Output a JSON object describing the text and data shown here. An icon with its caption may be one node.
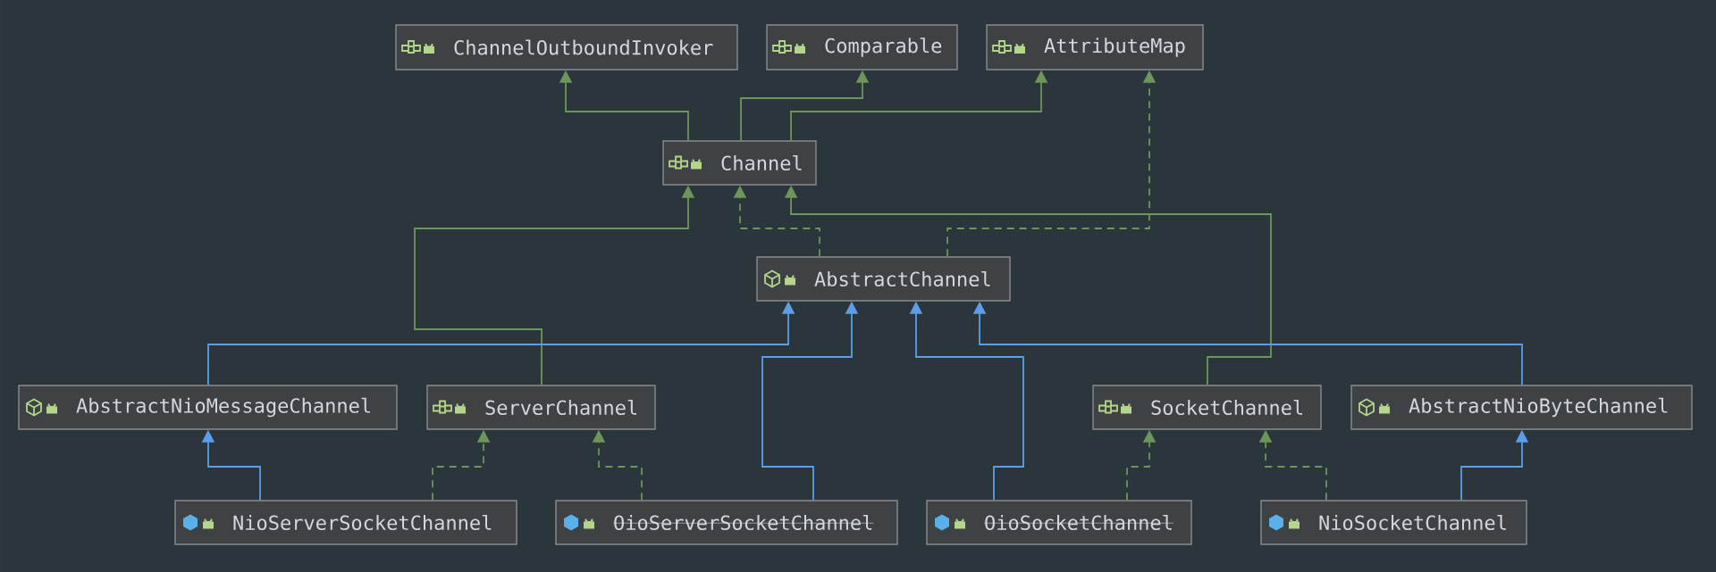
{
  "diagram": {
    "nodes": [
      {
        "text": [
          "ChannelOutboundInvoker"
        ]
      },
      {
        "text": [
          "Comparable"
        ]
      },
      {
        "text": [
          "AttributeMap"
        ]
      },
      {
        "text": [
          "Channel"
        ]
      },
      {
        "text": [
          "AbstractChannel"
        ]
      },
      {
        "text": [
          "AbstractNioMessageChannel"
        ]
      },
      {
        "text": [
          "ServerChannel"
        ]
      },
      {
        "text": [
          "SocketChannel"
        ]
      },
      {
        "text": [
          "AbstractNioByteChannel"
        ]
      },
      {
        "text": [
          "NioServerSocketChannel"
        ]
      },
      {
        "text": [
          "OioServerSocketChannel"
        ]
      },
      {
        "text": [
          "OioSocketChannel"
        ]
      },
      {
        "text": [
          "NioSocketChannel"
        ]
      }
    ],
    "edges": [
      {
        "from": 3,
        "to": 0,
        "arrow": "to"
      },
      {
        "from": 3,
        "to": 1,
        "arrow": "to"
      },
      {
        "from": 3,
        "to": 2,
        "arrow": "to"
      },
      {
        "from": 4,
        "to": 3,
        "arrow": "to",
        "style": "dashed"
      },
      {
        "from": 4,
        "to": 2,
        "arrow": "to",
        "style": "dashed"
      },
      {
        "from": 6,
        "to": 3,
        "arrow": "to"
      },
      {
        "from": 7,
        "to": 3,
        "arrow": "to"
      },
      {
        "from": 5,
        "to": 4,
        "arrow": "to",
        "color": "#5c9ee8"
      },
      {
        "from": 10,
        "to": 4,
        "arrow": "to",
        "color": "#5c9ee8"
      },
      {
        "from": 11,
        "to": 4,
        "arrow": "to",
        "color": "#5c9ee8"
      },
      {
        "from": 8,
        "to": 4,
        "arrow": "to",
        "color": "#5c9ee8"
      },
      {
        "from": 9,
        "to": 5,
        "arrow": "to",
        "color": "#5c9ee8"
      },
      {
        "from": 9,
        "to": 6,
        "arrow": "to",
        "style": "dashed"
      },
      {
        "from": 10,
        "to": 6,
        "arrow": "to",
        "style": "dashed"
      },
      {
        "from": 11,
        "to": 7,
        "arrow": "to",
        "style": "dashed"
      },
      {
        "from": 12,
        "to": 7,
        "arrow": "to",
        "style": "dashed"
      },
      {
        "from": 12,
        "to": 8,
        "arrow": "to",
        "color": "#5c9ee8"
      }
    ]
  }
}
